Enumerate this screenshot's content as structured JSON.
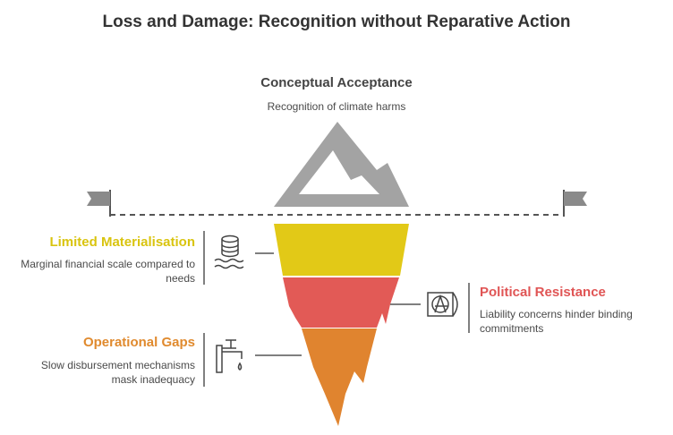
{
  "title": "Loss and Damage: Recognition without Reparative Action",
  "colors": {
    "mountain": "#a3a3a3",
    "limited": "#e2c917",
    "political": "#e25a56",
    "operational": "#e0842f",
    "flag": "#8a8a8a",
    "line": "#555555"
  },
  "sections": {
    "conceptual": {
      "title": "Conceptual Acceptance",
      "description": "Recognition of climate harms",
      "icon": "mountain-peak-icon"
    },
    "limited": {
      "title": "Limited Materialisation",
      "description": "Marginal financial scale compared to needs",
      "icon": "coins-water-icon"
    },
    "political": {
      "title": "Political Resistance",
      "description": "Liability concerns hinder binding commitments",
      "icon": "anarchy-flag-icon"
    },
    "operational": {
      "title": "Operational Gaps",
      "description": "Slow disbursement mechanisms mask inadequacy",
      "icon": "dripping-faucet-icon"
    }
  }
}
